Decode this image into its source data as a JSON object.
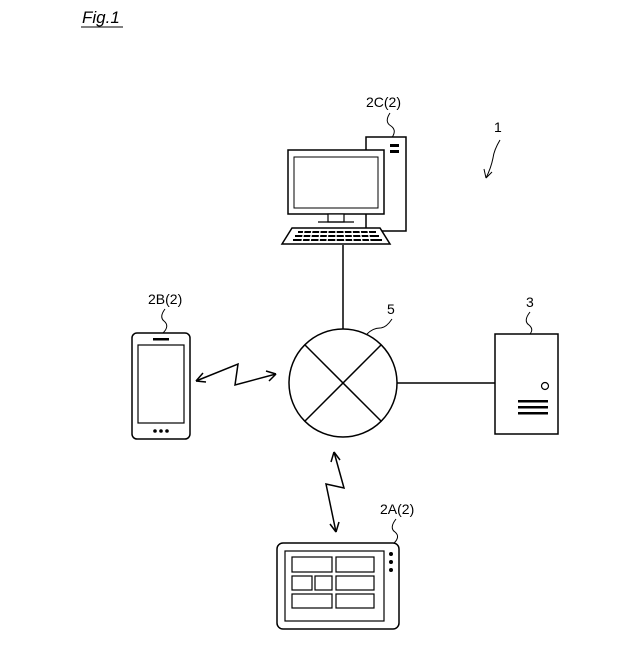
{
  "figure": {
    "title": "Fig.1"
  },
  "labels": {
    "system": "1",
    "desktop": "2C(2)",
    "smartphone": "2B(2)",
    "network": "5",
    "server": "3",
    "tablet": "2A(2)"
  },
  "colors": {
    "ink": "#000000",
    "paper": "#ffffff"
  }
}
